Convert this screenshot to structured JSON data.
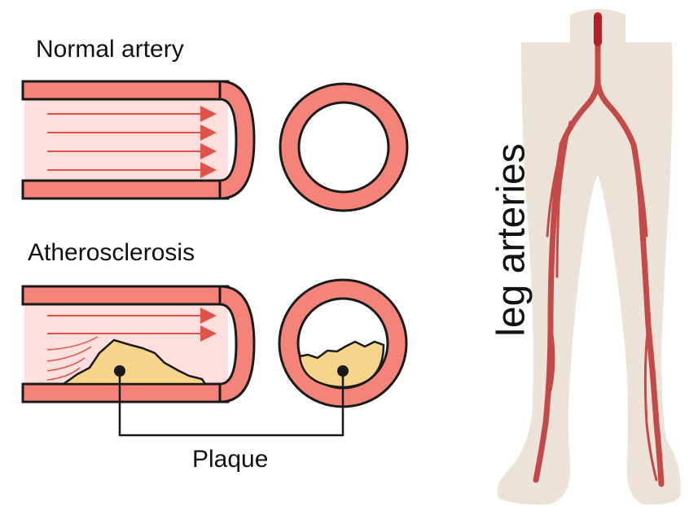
{
  "labels": {
    "normal": "Normal artery",
    "athero": "Atherosclerosis",
    "plaque": "Plaque",
    "leg": "leg arteries"
  },
  "colors": {
    "wall": "#f4847a",
    "wall_stroke": "#1a1a1a",
    "lumen": "#fde0dd",
    "arrow": "#e0524a",
    "plaque": "#f6d58a",
    "skin": "#ece2d8",
    "artery": "#c24a48",
    "artery_dark": "#b3202a"
  }
}
